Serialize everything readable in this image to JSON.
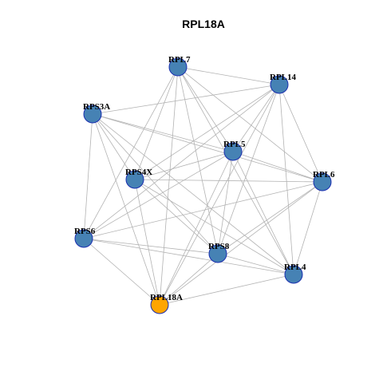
{
  "title": "RPL18A",
  "colors": {
    "node_default": "#4682b4",
    "node_highlight": "#ffa500",
    "node_border": "#1a2fb0",
    "edge": "#b3b3b3"
  },
  "nodes": [
    {
      "id": "RPL7",
      "label": "RPL7",
      "highlight": false
    },
    {
      "id": "RPL14",
      "label": "RPL14",
      "highlight": false
    },
    {
      "id": "RPS3A",
      "label": "RPS3A",
      "highlight": false
    },
    {
      "id": "RPL5",
      "label": "RPL5",
      "highlight": false
    },
    {
      "id": "RPS4X",
      "label": "RPS4X",
      "highlight": false
    },
    {
      "id": "RPL6",
      "label": "RPL6",
      "highlight": false
    },
    {
      "id": "RPS6",
      "label": "RPS6",
      "highlight": false
    },
    {
      "id": "RPS8",
      "label": "RPS8",
      "highlight": false
    },
    {
      "id": "RPL4",
      "label": "RPL4",
      "highlight": false
    },
    {
      "id": "RPL18A",
      "label": "RPL18A",
      "highlight": true
    }
  ],
  "edges": [
    [
      "RPL7",
      "RPL14"
    ],
    [
      "RPL7",
      "RPS4X"
    ],
    [
      "RPL7",
      "RPL5"
    ],
    [
      "RPL7",
      "RPL6"
    ],
    [
      "RPL7",
      "RPS6"
    ],
    [
      "RPL7",
      "RPS8"
    ],
    [
      "RPL7",
      "RPL4"
    ],
    [
      "RPL7",
      "RPL18A"
    ],
    [
      "RPL14",
      "RPS3A"
    ],
    [
      "RPL14",
      "RPL5"
    ],
    [
      "RPL14",
      "RPS4X"
    ],
    [
      "RPL14",
      "RPL6"
    ],
    [
      "RPL14",
      "RPS6"
    ],
    [
      "RPL14",
      "RPS8"
    ],
    [
      "RPL14",
      "RPL4"
    ],
    [
      "RPL14",
      "RPL18A"
    ],
    [
      "RPS3A",
      "RPL5"
    ],
    [
      "RPS3A",
      "RPL6"
    ],
    [
      "RPS3A",
      "RPS6"
    ],
    [
      "RPS3A",
      "RPS8"
    ],
    [
      "RPS3A",
      "RPL4"
    ],
    [
      "RPS3A",
      "RPL18A"
    ],
    [
      "RPS3A",
      "RPS4X"
    ],
    [
      "RPL5",
      "RPS4X"
    ],
    [
      "RPL5",
      "RPL6"
    ],
    [
      "RPL5",
      "RPS6"
    ],
    [
      "RPL5",
      "RPS8"
    ],
    [
      "RPL5",
      "RPL4"
    ],
    [
      "RPL5",
      "RPL18A"
    ],
    [
      "RPS4X",
      "RPL6"
    ],
    [
      "RPS4X",
      "RPS8"
    ],
    [
      "RPS4X",
      "RPL4"
    ],
    [
      "RPS4X",
      "RPL18A"
    ],
    [
      "RPL6",
      "RPS6"
    ],
    [
      "RPL6",
      "RPS8"
    ],
    [
      "RPL6",
      "RPL4"
    ],
    [
      "RPL6",
      "RPL18A"
    ],
    [
      "RPS6",
      "RPS8"
    ],
    [
      "RPS6",
      "RPL4"
    ],
    [
      "RPS6",
      "RPL18A"
    ],
    [
      "RPS8",
      "RPL4"
    ],
    [
      "RPS8",
      "RPL18A"
    ],
    [
      "RPL4",
      "RPL18A"
    ]
  ]
}
